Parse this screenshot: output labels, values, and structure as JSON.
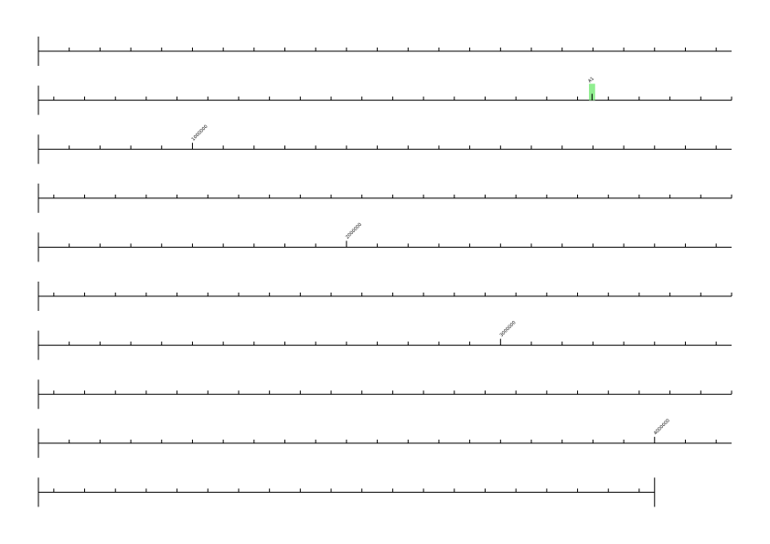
{
  "colors": {
    "line": "#000000",
    "feature_fill": "#90ee90",
    "background": "#ffffff"
  },
  "map": {
    "total_length": 4450000,
    "bases_per_row": 450000,
    "minor_tick_interval": 20000,
    "row_count": 10,
    "labeled_positions": [
      {
        "position": 1000000,
        "label": "1000000"
      },
      {
        "position": 2000000,
        "label": "2000000"
      },
      {
        "position": 3000000,
        "label": "3000000"
      },
      {
        "position": 4000000,
        "label": "4000000"
      }
    ],
    "features": [
      {
        "name": "A1",
        "start": 808000,
        "end": 812000
      }
    ]
  }
}
